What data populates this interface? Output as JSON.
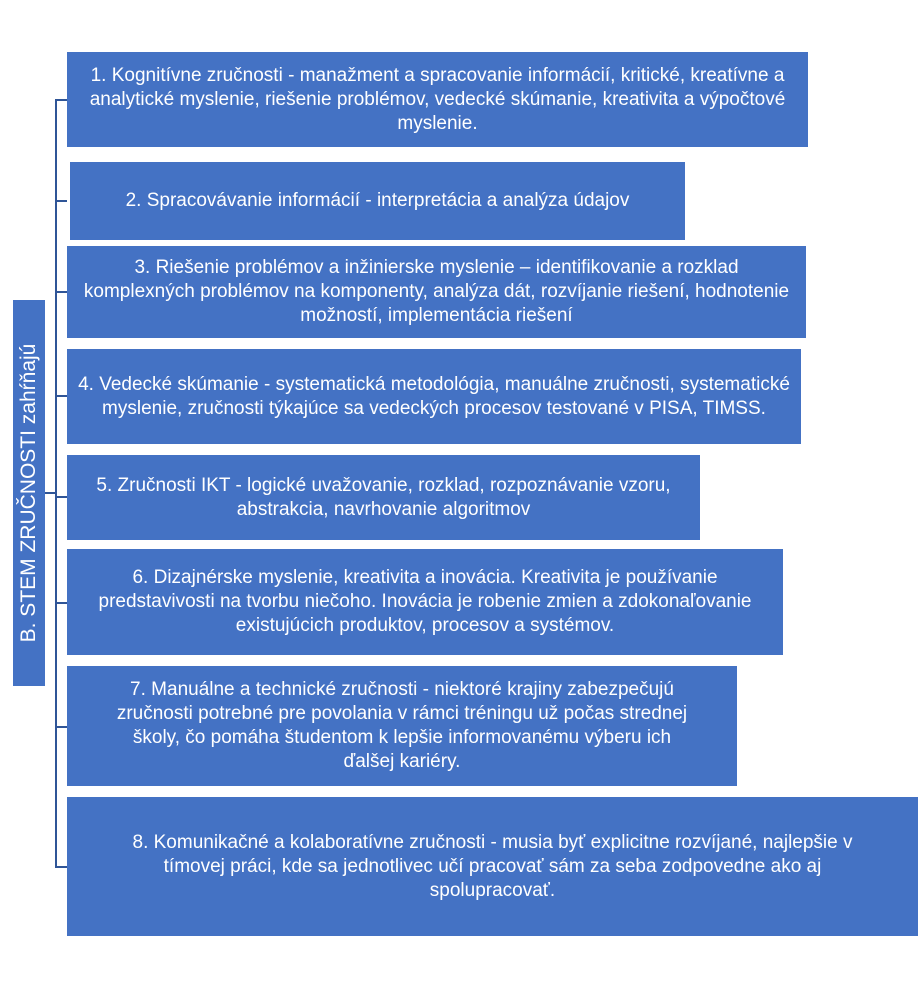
{
  "root_label": "B. STEM ZRUČNOSTI zahŕňajú",
  "items": [
    "1. Kognitívne zručnosti - manažment a spracovanie informácií, kritické, kreatívne a analytické myslenie, riešenie problémov, vedecké skúmanie, kreativita a výpočtové myslenie.",
    "2. Spracovávanie informácií - interpretácia a analýza údajov",
    "3. Riešenie problémov a inžinierske myslenie – identifikovanie a rozklad komplexných problémov na komponenty, analýza dát, rozvíjanie riešení, hodnotenie možností, implementácia riešení",
    "4. Vedecké skúmanie - systematická metodológia, manuálne zručnosti, systematické myslenie, zručnosti týkajúce sa vedeckých procesov testované v PISA, TIMSS.",
    "5. Zručnosti IKT - logické uvažovanie, rozklad, rozpoznávanie vzoru, abstrakcia, navrhovanie algoritmov",
    "6. Dizajnérske myslenie, kreativita a inovácia. Kreativita je používanie predstavivosti na tvorbu niečoho. Inovácia je robenie zmien a zdokonaľovanie existujúcich produktov, procesov a systémov.",
    "7. Manuálne a technické zručnosti - niektoré krajiny zabezpečujú zručnosti potrebné pre povolania v rámci tréningu už počas strednej školy, čo pomáha študentom k lepšie informovanému výberu ich ďalšej kariéry.",
    "8. Komunikačné a kolaboratívne zručnosti - musia byť explicitne rozvíjané, najlepšie v tímovej práci, kde sa jednotlivec učí pracovať sám za seba zodpovedne ako aj spolupracovať."
  ]
}
